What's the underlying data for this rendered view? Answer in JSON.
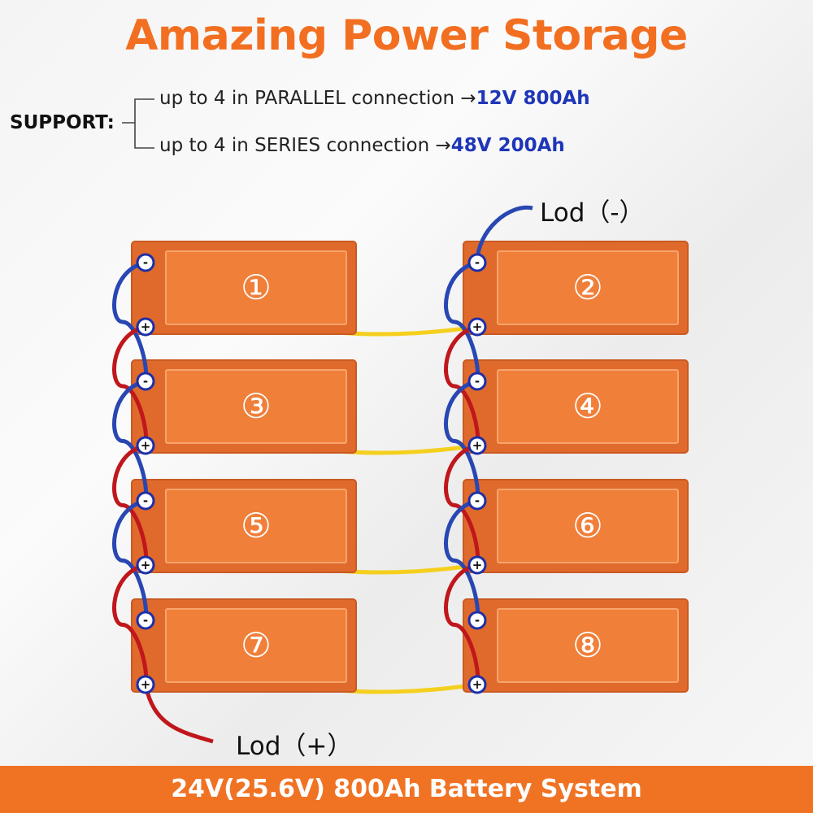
{
  "title": "Amazing Power Storage",
  "support": {
    "label": "SUPPORT:",
    "rows": [
      {
        "text": "up to 4 in PARALLEL connection →",
        "value": "12V 800Ah"
      },
      {
        "text": "up to 4 in SERIES connection →",
        "value": "48V 200Ah"
      }
    ]
  },
  "batteries": [
    "①",
    "②",
    "③",
    "④",
    "⑤",
    "⑥",
    "⑦",
    "⑧"
  ],
  "terminals": {
    "negative": "-",
    "positive": "+"
  },
  "load": {
    "negative": "Lod（-）",
    "positive": "Lod（+）"
  },
  "footer": "24V(25.6V) 800Ah Battery System",
  "colors": {
    "accent": "#f26f21",
    "battery_body": "#e06a2c",
    "battery_face": "#f07f3a",
    "negative_wire": "#2947b2",
    "positive_wire": "#c0171c",
    "series_wire": "#f5cf1e",
    "value_text": "#1f36b8"
  }
}
